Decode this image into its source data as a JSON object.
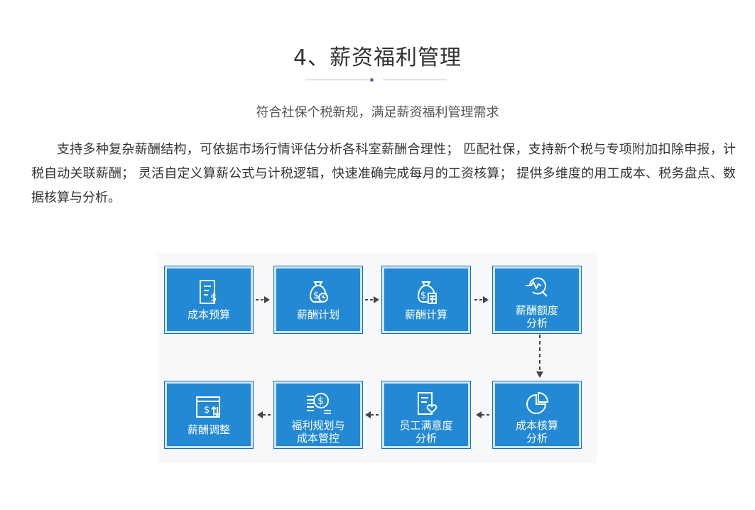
{
  "section": {
    "title": "4、薪资福利管理",
    "subtitle": "符合社保个税新规，满足薪资福利管理需求",
    "description": "支持多种复杂薪酬结构，可依据市场行情评估分析各科室薪酬合理性； 匹配社保，支持新个税与专项附加扣除申报，计税自动关联薪酬； 灵活自定义算薪公式与计税逻辑，快速准确完成每月的工资核算； 提供多维度的用工成本、税务盘点、数据核算与分析。"
  },
  "flow": {
    "steps": [
      {
        "label": "成本预算",
        "icon": "budget-document-icon"
      },
      {
        "label": "薪酬计划",
        "icon": "money-bag-clock-icon"
      },
      {
        "label": "薪酬计算",
        "icon": "money-bag-calculator-icon"
      },
      {
        "label": "薪酬额度\n分析",
        "icon": "magnifier-chart-icon"
      },
      {
        "label": "成本核算\n分析",
        "icon": "pie-chart-icon"
      },
      {
        "label": "员工满意度\n分析",
        "icon": "document-heart-icon"
      },
      {
        "label": "福利规划与\n成本管控",
        "icon": "coin-stack-icon"
      },
      {
        "label": "薪酬调整",
        "icon": "payment-card-arrows-icon"
      }
    ]
  }
}
